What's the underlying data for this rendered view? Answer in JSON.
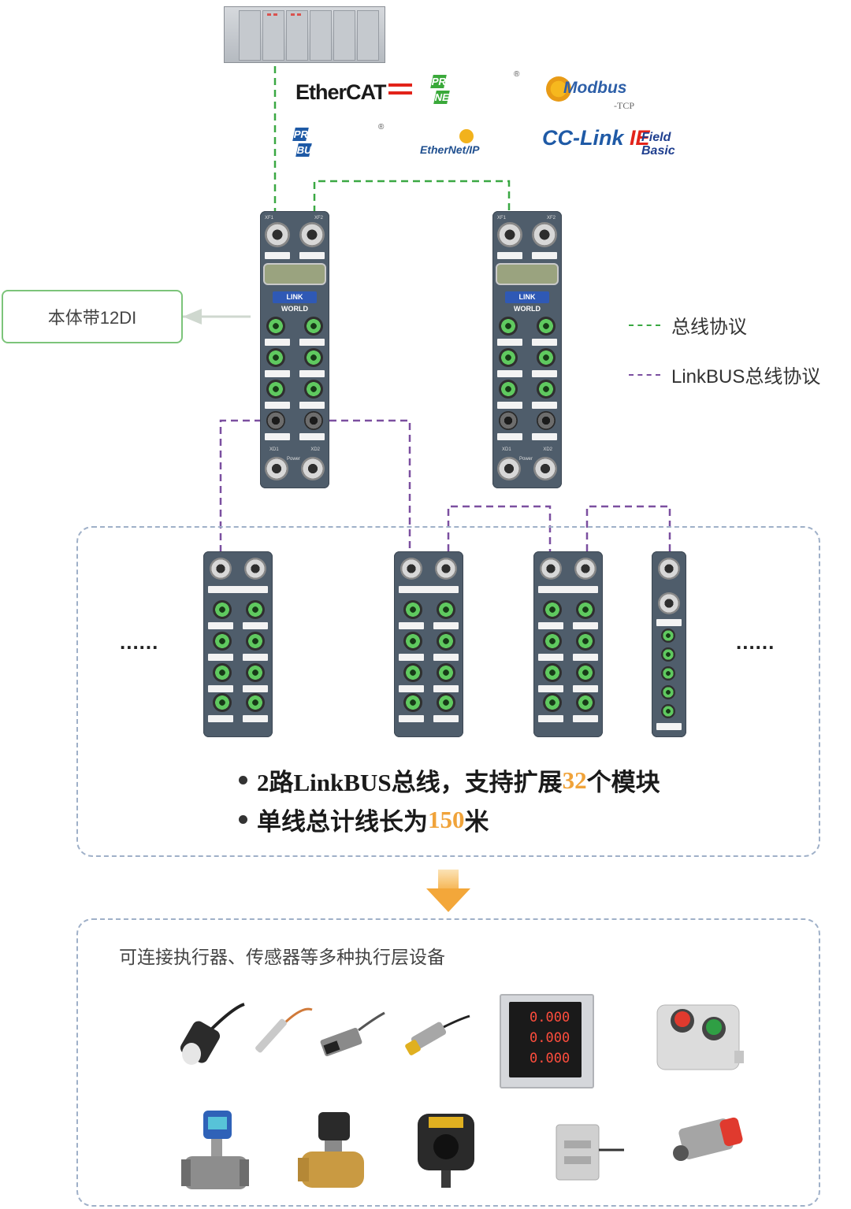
{
  "protocols": {
    "ethercat": "EtherCAT",
    "profinet_top": "PROFI",
    "profinet_bottom": "NET",
    "modbus": "Modbus",
    "modbus_sub": "-TCP",
    "profibus_top": "PROFI",
    "profibus_bottom": "BUS",
    "ethernetip": "EtherNet/IP",
    "cclink": "CC-Link",
    "cclink_ie": "IE",
    "cclink_field": "Field",
    "cclink_basic": "Basic",
    "registered": "®"
  },
  "callout": {
    "label": "本体带12DI"
  },
  "legend": {
    "bus_protocol": "总线协议",
    "linkbus_protocol": "LinkBUS总线协议",
    "bus_color": "#3aa843",
    "linkbus_color": "#7b4fa0"
  },
  "main_module": {
    "brand": "LINK WORLD",
    "port_xf1": "XF1",
    "port_xf2": "XF2",
    "port_xd1": "XD1",
    "port_xd2": "XD2",
    "power": "Power"
  },
  "expansion": {
    "ellipsis_left": "......",
    "ellipsis_right": "......"
  },
  "features": {
    "line1_pre": "2路LinkBUS总线，支持扩展",
    "line1_num": "32",
    "line1_post": "个模块",
    "line2_pre": "单线总计线长为",
    "line2_num": "150",
    "line2_post": "米",
    "highlight_color": "#f0a33a"
  },
  "devices": {
    "caption": "可连接执行器、传感器等多种执行层设备",
    "meter_reading_1": "0.000",
    "meter_reading_2": "0.000",
    "meter_reading_3": "0.000",
    "items": [
      "photoelectric-sensor",
      "rod-sensor",
      "limit-sensor",
      "proximity-sensor",
      "power-meter",
      "pushbutton-box",
      "flow-meter",
      "solenoid-valve",
      "laser-sensor",
      "load-cell",
      "valve-actuator"
    ]
  }
}
